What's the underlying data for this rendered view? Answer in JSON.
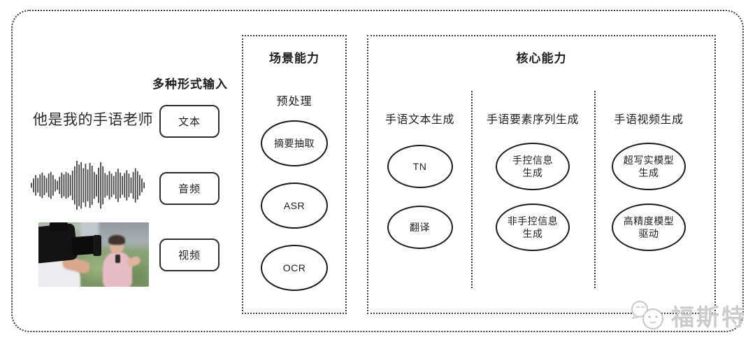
{
  "canvas": {
    "background": "#ffffff",
    "line_color": "#2d2d2d",
    "dotted_border_color": "#3b3b3b",
    "watermark_color": "#cccccc"
  },
  "input_section": {
    "title": "多种形式输入",
    "sample_sentence": "他是我的手语老师",
    "buttons": [
      {
        "label": "文本"
      },
      {
        "label": "音频"
      },
      {
        "label": "视频"
      }
    ],
    "waveform_bars": [
      0.1,
      0.28,
      0.42,
      0.3,
      0.45,
      0.52,
      0.4,
      0.3,
      0.48,
      0.55,
      0.42,
      0.25,
      0.18,
      0.35,
      0.52,
      0.45,
      0.55,
      0.5,
      0.42,
      0.6,
      0.78,
      1.0,
      0.85,
      0.95,
      0.7,
      0.88,
      0.65,
      0.92,
      0.8,
      0.55,
      0.45,
      0.72,
      0.95,
      0.78,
      0.5,
      0.42,
      0.58,
      0.48,
      0.38,
      0.55,
      0.68,
      0.52,
      0.38,
      0.5,
      0.62,
      0.48,
      0.32,
      0.55,
      0.7,
      0.58,
      0.42,
      0.28,
      0.12
    ]
  },
  "scene_box": {
    "title": "场景能力",
    "stage_label": "预处理",
    "nodes": [
      {
        "label": "摘要抽取"
      },
      {
        "label": "ASR"
      },
      {
        "label": "OCR"
      }
    ]
  },
  "core_box": {
    "title": "核心能力",
    "columns": [
      {
        "header": "手语文本生成",
        "nodes": [
          {
            "label": "TN"
          },
          {
            "label": "翻译"
          }
        ]
      },
      {
        "header": "手语要素序列生成",
        "nodes": [
          {
            "label": "手控信息\n生成"
          },
          {
            "label": "非手控信息\n生成"
          }
        ]
      },
      {
        "header": "手语视频生成",
        "nodes": [
          {
            "label": "超写实模型\n生成"
          },
          {
            "label": "高精度模型\n驱动"
          }
        ]
      }
    ]
  },
  "watermark": {
    "brand": "福斯特"
  }
}
